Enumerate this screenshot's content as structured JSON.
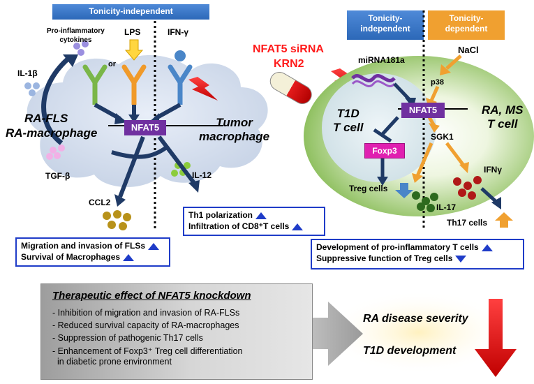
{
  "headers": {
    "left_tonicity_independent": "Tonicity-independent",
    "right_tonicity_independent": "Tonicity-\nindependent",
    "right_tonicity_dependent": "Tonicity-\ndependent"
  },
  "left_panel": {
    "pro_inflammatory": "Pro-inflammatory\ncytokines",
    "lps": "LPS",
    "ifn_gamma": "IFN-γ",
    "or": "or",
    "il1b": "IL-1β",
    "ra_fls": "RA-FLS",
    "ra_macrophage": "RA-macrophage",
    "nfat5": "NFAT5",
    "tumor_macrophage": "Tumor\nmacrophage",
    "tgfb": "TGF-β",
    "il12": "IL-12",
    "ccl2": "CCL2"
  },
  "middle": {
    "sirna": "NFAT5 siRNA",
    "krn2": "KRN2"
  },
  "right_panel": {
    "mirna": "miRNA181a",
    "nacl": "NaCl",
    "p38": "p38",
    "t1d_t_cell": "T1D\nT cell",
    "ra_ms_t_cell": "RA, MS\nT cell",
    "nfat5": "NFAT5",
    "foxp3": "Foxp3",
    "sgk1": "SGK1",
    "ifng": "IFNγ",
    "treg_cells": "Treg cells",
    "il17": "IL-17",
    "th17_cells": "Th17 cells"
  },
  "boxes": {
    "th1": [
      "Th1 polarization",
      "Infiltration of CD8⁺T cells"
    ],
    "fls": [
      "Migration and invasion of FLSs",
      "Survival of Macrophages"
    ],
    "tcells": [
      "Development of pro-inflammatory  T cells",
      "Suppressive function of Treg cells"
    ]
  },
  "therapeutic": {
    "title": "Therapeutic effect of NFAT5 knockdown",
    "items": [
      "- Inhibition of migration and invasion of RA-FLSs",
      "- Reduced survival capacity of RA-macrophages",
      "- Suppression of pathogenic Th17 cells",
      "- Enhancement  of Foxp3⁺ Treg cell differentiation",
      "  in diabetic prone environment"
    ]
  },
  "outcomes": {
    "ra": "RA disease severity",
    "t1d": "T1D development"
  },
  "colors": {
    "nfat5": "#7030a0",
    "header_blue": "#2e75c8",
    "header_orange": "#f0a030",
    "lightning": "#ff1a1a",
    "box_border": "#1f3cc8",
    "outcome_arrow": "#e02020"
  }
}
